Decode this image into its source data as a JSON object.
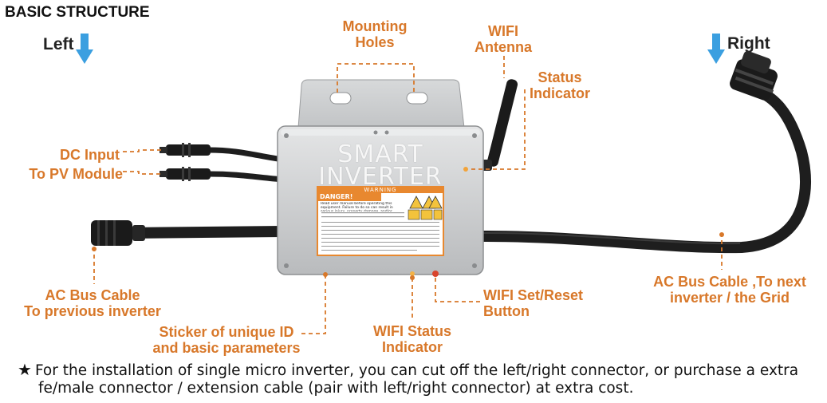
{
  "title": "BASIC STRUCTURE",
  "left_label": "Left",
  "right_label": "Right",
  "device": {
    "brand_line1": "SMART",
    "brand_line2": "INVERTER",
    "warning_band": "WARNING",
    "danger_title": "DANGER!",
    "danger_text": "Read user manual before operating this equipment. Failure to do so can result in serious injury, property damage, and/or electrical shock."
  },
  "callouts": {
    "mounting_holes": [
      "Mounting",
      "Holes"
    ],
    "wifi_antenna": [
      "WIFI",
      "Antenna"
    ],
    "status_indicator": [
      "Status",
      "Indicator"
    ],
    "dc_input": [
      "DC Input",
      "To PV Module"
    ],
    "ac_bus_prev": [
      "AC Bus Cable",
      "To previous inverter"
    ],
    "sticker": [
      "Sticker of unique ID",
      "and basic parameters"
    ],
    "wifi_status": [
      "WIFI Status",
      "Indicator"
    ],
    "wifi_reset": [
      "WIFI Set/Reset",
      "Button"
    ],
    "ac_bus_next": [
      "AC Bus Cable ,To next",
      "inverter / the Grid"
    ]
  },
  "note": {
    "star": "★",
    "line1": "For the installation of single micro inverter, you can cut off the left/right connector, or purchase a extra",
    "line2": "fe/male connector / extension cable (pair with left/right connector) at extra cost."
  },
  "colors": {
    "callout": "#d8782a",
    "arrow": "#3b9fe0",
    "body": "#c9cbcc",
    "cable": "#1e1e1e",
    "warning_panel": "#e8882f"
  }
}
